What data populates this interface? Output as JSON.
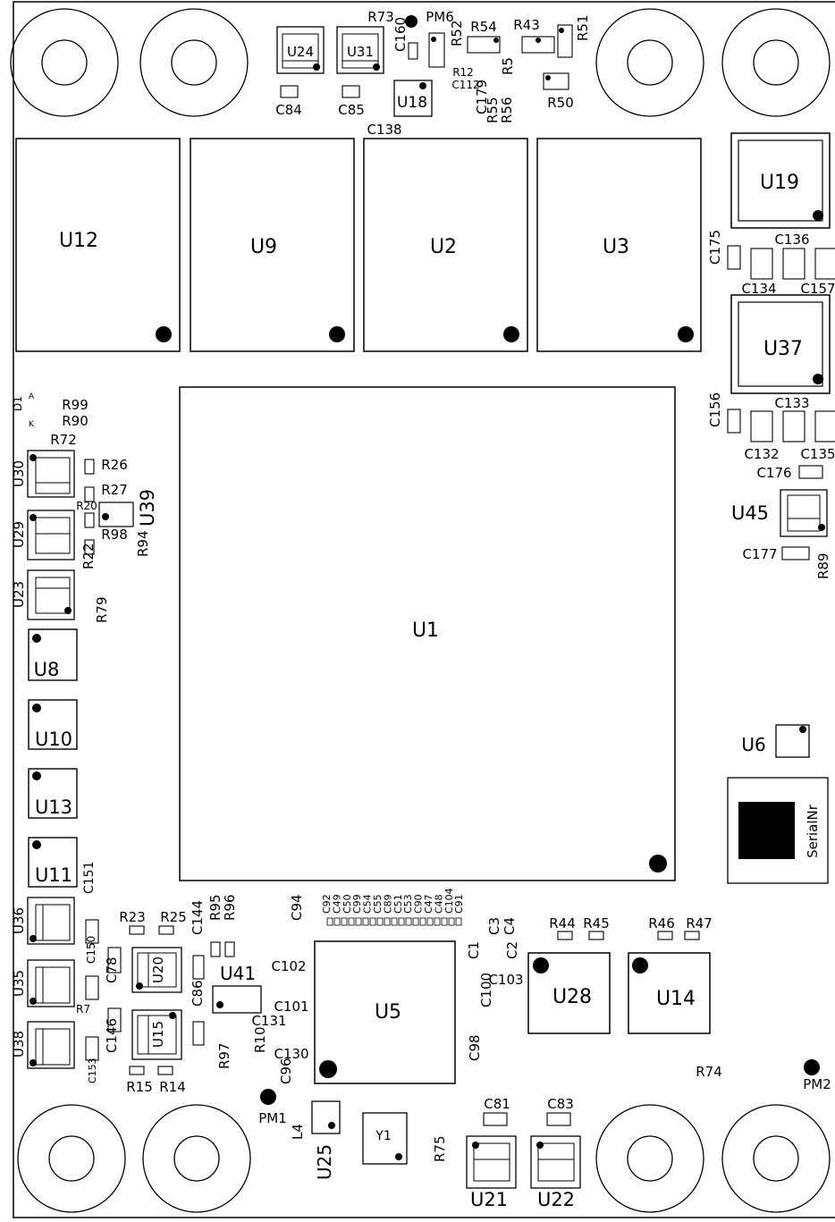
{
  "board": {
    "mounting_holes": [
      "hole",
      "hole",
      "hole",
      "hole",
      "hole",
      "hole",
      "hole",
      "hole"
    ],
    "major_chips": [
      {
        "id": "big-U12",
        "label": "U12"
      },
      {
        "id": "big-U9",
        "label": "U9"
      },
      {
        "id": "big-U2",
        "label": "U2"
      },
      {
        "id": "big-U3",
        "label": "U3"
      },
      {
        "id": "big-U1",
        "label": "U1"
      },
      {
        "id": "big-U5",
        "label": "U5"
      }
    ],
    "power_modules": [
      {
        "id": "pm-U19",
        "label": "U19"
      },
      {
        "id": "pm-U37",
        "label": "U37"
      }
    ],
    "mid_chips": [
      {
        "id": "mid-U28",
        "label": "U28"
      },
      {
        "id": "mid-U14",
        "label": "U14"
      }
    ],
    "small_chips": [
      {
        "id": "sc-U8",
        "label": "U8"
      },
      {
        "id": "sc-U10",
        "label": "U10"
      },
      {
        "id": "sc-U13",
        "label": "U13"
      },
      {
        "id": "sc-U11",
        "label": "U11"
      },
      {
        "id": "sc-U18",
        "label": "U18"
      },
      {
        "id": "sc-U6",
        "label": "U6"
      },
      {
        "id": "sc-U41",
        "label": "U41"
      },
      {
        "id": "sc-U25",
        "label": "U25"
      },
      {
        "id": "sc-Y1",
        "label": "Y1"
      }
    ],
    "regulators": [
      {
        "id": "reg-U24",
        "label": "U24"
      },
      {
        "id": "reg-U31",
        "label": "U31"
      },
      {
        "id": "reg-U30",
        "label": "U30"
      },
      {
        "id": "reg-U29",
        "label": "U29"
      },
      {
        "id": "reg-U23",
        "label": "U23"
      },
      {
        "id": "reg-U39",
        "label": "U39"
      },
      {
        "id": "reg-U45",
        "label": "U45"
      },
      {
        "id": "reg-U36",
        "label": "U36"
      },
      {
        "id": "reg-U35",
        "label": "U35"
      },
      {
        "id": "reg-U38",
        "label": "U38"
      },
      {
        "id": "reg-U20",
        "label": "U20"
      },
      {
        "id": "reg-U15",
        "label": "U15"
      },
      {
        "id": "reg-U21",
        "label": "U21"
      },
      {
        "id": "reg-U22",
        "label": "U22"
      }
    ],
    "passive_labels": [
      "R73",
      "PM6",
      "C160",
      "R52",
      "R54",
      "R43",
      "R51",
      "R12",
      "C112",
      "R5",
      "C84",
      "C85",
      "C179",
      "C138",
      "R55",
      "R56",
      "R50",
      "C175",
      "C136",
      "C134",
      "C157",
      "C133",
      "C156",
      "C132",
      "C135",
      "C176",
      "C177",
      "R89",
      "D1",
      "A",
      "K",
      "R99",
      "R90",
      "R72",
      "R26",
      "R27",
      "R20",
      "R98",
      "R94",
      "R22",
      "R79",
      "C151",
      "R23",
      "R25",
      "R95",
      "R96",
      "C144",
      "C150",
      "C78",
      "R7",
      "C86",
      "C146",
      "C153",
      "R15",
      "R14",
      "R97",
      "C94",
      "C102",
      "C101",
      "C131",
      "R10",
      "C130",
      "C96",
      "PM1",
      "L4",
      "C3",
      "C4",
      "C1",
      "C2",
      "C103",
      "C100",
      "C98",
      "R44",
      "R45",
      "R46",
      "R47",
      "R74",
      "PM2",
      "C81",
      "C83",
      "R75",
      "C92",
      "C49",
      "C50",
      "C99",
      "C54",
      "C55",
      "C89",
      "C51",
      "C53",
      "C90",
      "C47",
      "C48",
      "C104",
      "C91"
    ],
    "serial_box": {
      "label": "SerialNr"
    }
  }
}
